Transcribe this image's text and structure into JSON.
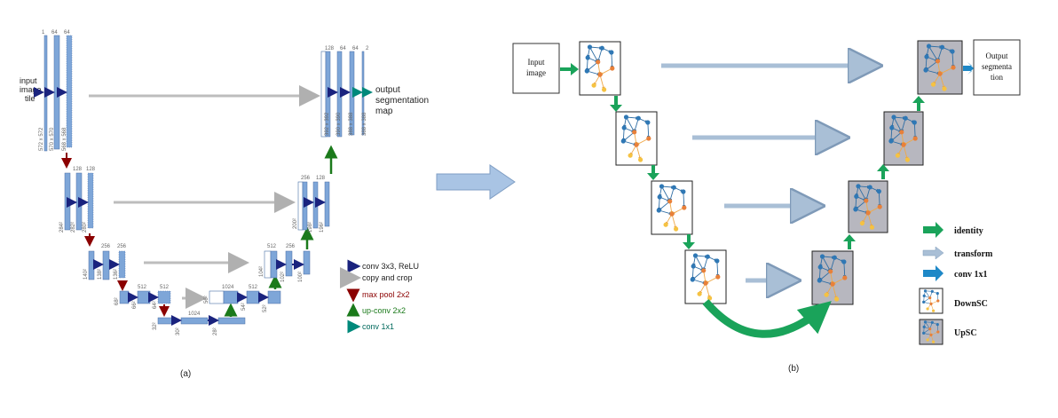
{
  "panel_a": {
    "caption": "(a)",
    "input_label": [
      "input",
      "image",
      "tile"
    ],
    "output_label": [
      "output",
      "segmentation",
      "map"
    ],
    "channels": {
      "l1": [
        "1",
        "64",
        "64"
      ],
      "l2": [
        "128",
        "128"
      ],
      "l3": [
        "256",
        "256"
      ],
      "l4": [
        "512",
        "512"
      ],
      "l5": "1024",
      "l5b": "1024",
      "u4": [
        "1024",
        "512"
      ],
      "u3": [
        "512",
        "256"
      ],
      "u2": [
        "256",
        "128"
      ],
      "u1": [
        "128",
        "64",
        "64",
        "2"
      ]
    },
    "sizes": {
      "l1": [
        "572 x 572",
        "570 x 570",
        "568 x 568"
      ],
      "l2": [
        "284²",
        "282²",
        "280²"
      ],
      "l3": [
        "140²",
        "138²",
        "136²"
      ],
      "l4": [
        "68²",
        "66²",
        "64²"
      ],
      "l5": [
        "32²",
        "30²",
        "28²"
      ],
      "u4": [
        "56²",
        "54²",
        "52²"
      ],
      "u3": [
        "104²",
        "102²",
        "100²"
      ],
      "u2": [
        "200²",
        "198²",
        "196²"
      ],
      "u1": [
        "392 x 392",
        "390 x 390",
        "388 x 388",
        "388 x 388"
      ]
    },
    "legend": [
      {
        "label": "conv 3x3, ReLU",
        "color": "#1a237e"
      },
      {
        "label": "copy and crop",
        "color": "#9e9e9e"
      },
      {
        "label": "max pool 2x2",
        "color": "#8b0000"
      },
      {
        "label": "up-conv 2x2",
        "color": "#1b7a1b"
      },
      {
        "label": "conv 1x1",
        "color": "#00897b"
      }
    ]
  },
  "panel_b": {
    "caption": "(b)",
    "input_label": [
      "Input",
      "image"
    ],
    "output_label": [
      "Output",
      "segmenta",
      "tion"
    ],
    "legend": [
      {
        "label": "identity",
        "color": "#1aa35a"
      },
      {
        "label": "transform",
        "color": "#a9bfd6"
      },
      {
        "label": "conv 1x1",
        "color": "#1e88c7"
      },
      {
        "label": "DownSC"
      },
      {
        "label": "UpSC"
      }
    ]
  },
  "colors": {
    "block": "#7ea6d8",
    "block_edge": "#4a6fa5",
    "up_bg": "#b7b7bf",
    "cell_edge": "#2e6da4",
    "cell_node": "#2f78b5",
    "cell_orange": "#e8803a",
    "cell_yellow": "#f5c242"
  }
}
